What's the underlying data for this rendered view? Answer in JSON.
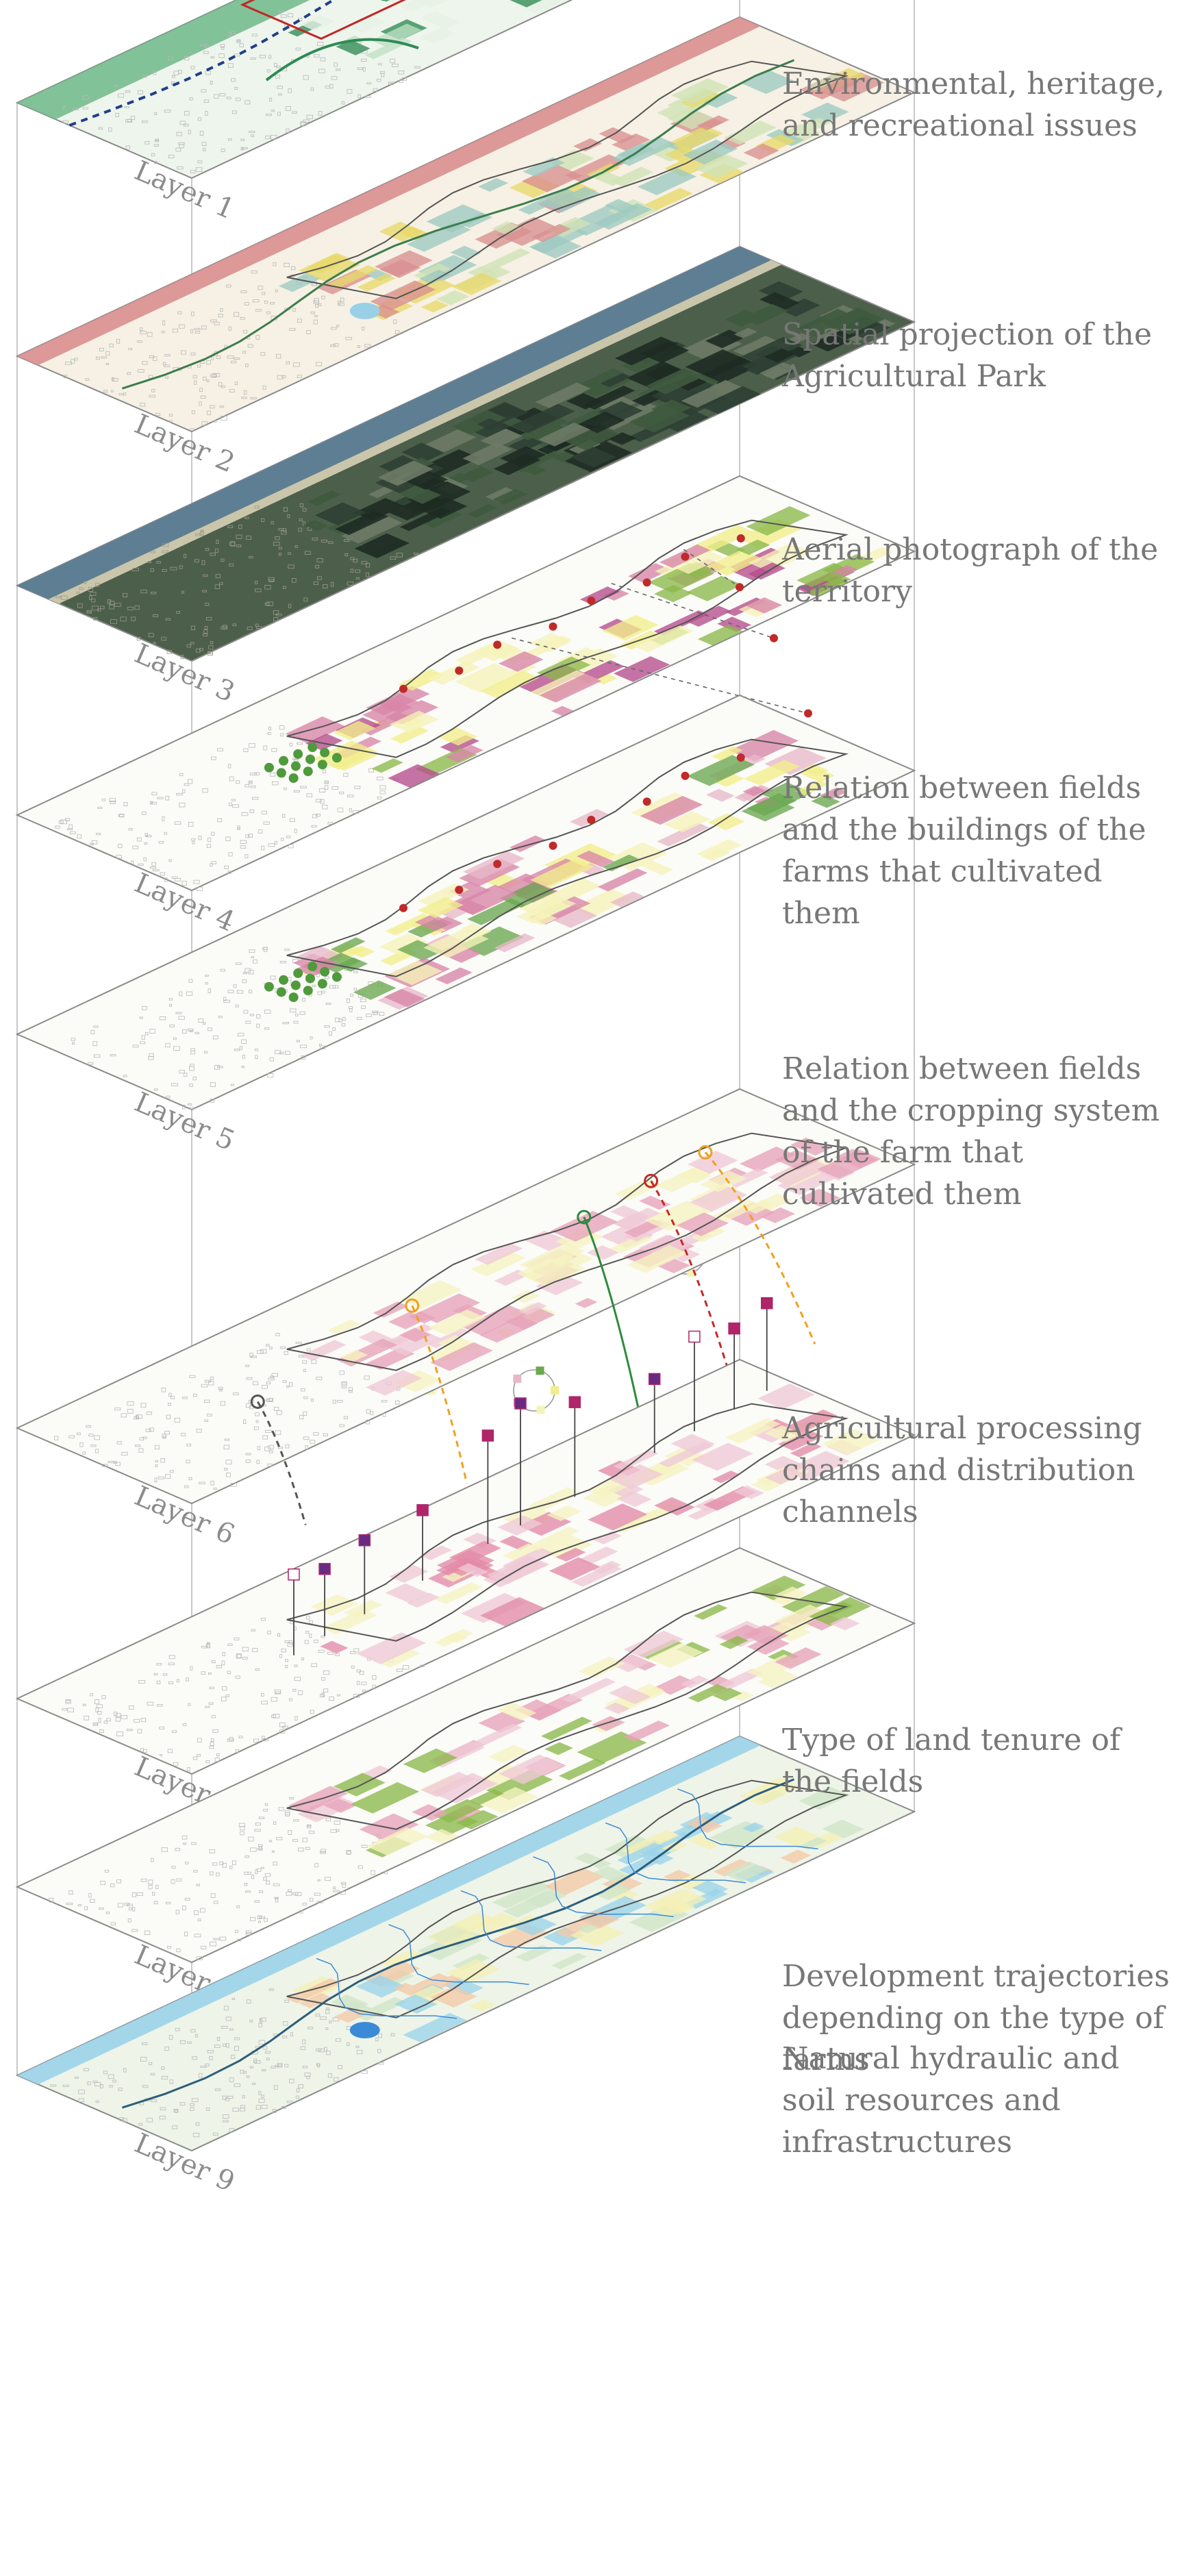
{
  "layers": [
    {
      "label": "Layer 1",
      "description": [
        "Environmental, heritage,",
        "and recreational issues"
      ],
      "theme": "environmental",
      "colors": [
        "#2f8a55",
        "#6fb88a",
        "#bfe0c4",
        "#e8f1e6",
        "#c22626",
        "#1f3f8a"
      ]
    },
    {
      "label": "Layer 2",
      "description": [
        "Spatial projection of the",
        "Agricultural Park"
      ],
      "theme": "park",
      "colors": [
        "#d98f8f",
        "#e8d86a",
        "#cfe3b6",
        "#9cc9c2",
        "#9ad0e6",
        "#3d7d4e"
      ]
    },
    {
      "label": "Layer 3",
      "description": [
        "Aerial photograph of the",
        "territory"
      ],
      "theme": "aerial",
      "colors": [
        "#3f5a3f",
        "#2f3f34",
        "#6d7a66",
        "#4a6a88",
        "#c9c3ad",
        "#1e2b24"
      ]
    },
    {
      "label": "Layer 4",
      "description": [
        "Relation between fields",
        "and the buildings of the",
        "farms that cultivated",
        "them"
      ],
      "theme": "fields-buildings",
      "colors": [
        "#f2ee8a",
        "#f6f3b8",
        "#d985a6",
        "#b54d8c",
        "#8cb84a",
        "#c02a2a"
      ]
    },
    {
      "label": "Layer 5",
      "description": [
        "Relation between fields",
        "and  the cropping system",
        "of the farm that",
        "cultivated them"
      ],
      "theme": "cropping",
      "colors": [
        "#f2ee8a",
        "#f6f3b8",
        "#d985a6",
        "#e8b8c9",
        "#6aa84f",
        "#c02a2a"
      ]
    },
    {
      "label": "Layer 6",
      "description": [
        "Agricultural processing",
        "chains and distribution",
        "channels"
      ],
      "theme": "chains",
      "colors": [
        "#f6f3c0",
        "#f0c9d6",
        "#e7a3b8",
        "#2e8b3a",
        "#c62828",
        "#f0a020"
      ]
    },
    {
      "label": "Layer 7",
      "description": [
        "Type of land tenure of",
        "the fields"
      ],
      "theme": "tenure",
      "colors": [
        "#f6f3c0",
        "#f0c9d6",
        "#b0246a",
        "#6a2a82",
        "#e38aa8",
        "#ffffff"
      ]
    },
    {
      "label": "Layer 8",
      "description": [
        "Development trajectories",
        "depending on the type of",
        "farms"
      ],
      "theme": "trajectories",
      "colors": [
        "#f6f3c0",
        "#f0c9d6",
        "#e7a3b8",
        "#8cb84a",
        "#f2ee8a",
        "#ffffff"
      ]
    },
    {
      "label": "Layer 9",
      "description": [
        "Natural hydraulic and",
        "soil resources and",
        "infrastructures"
      ],
      "theme": "hydraulic",
      "colors": [
        "#9bd3ea",
        "#f5f0b5",
        "#f3c9a8",
        "#cfe6c8",
        "#3b8ad8",
        "#2e5e7a"
      ]
    }
  ]
}
